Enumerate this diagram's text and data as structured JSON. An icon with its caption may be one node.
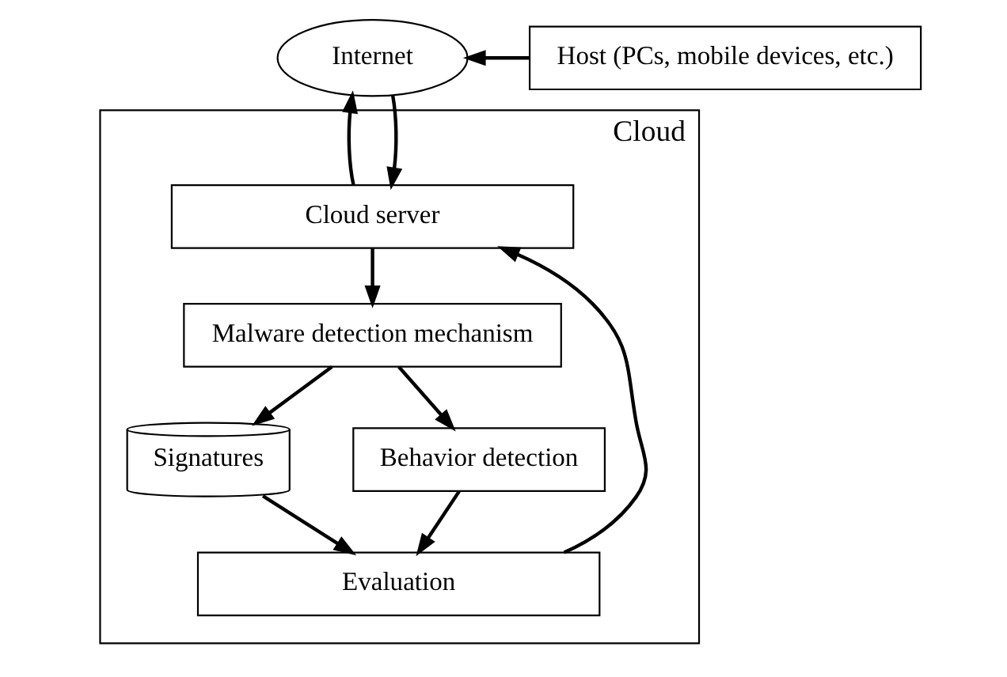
{
  "diagram": {
    "nodes": [
      {
        "text": [
          "Internet"
        ]
      },
      {
        "text": [
          "Host (PCs, mobile devices, etc.)"
        ]
      },
      {
        "text": [
          "Cloud"
        ]
      },
      {
        "text": [
          "Cloud server"
        ],
        "in": 2
      },
      {
        "text": [
          "Malware detection mechanism"
        ],
        "in": 2
      },
      {
        "text": [
          "Signatures"
        ],
        "in": 2
      },
      {
        "text": [
          "Behavior detection"
        ],
        "in": 2
      },
      {
        "text": [
          "Evaluation"
        ],
        "in": 2
      }
    ],
    "edges": [
      {
        "from": 0,
        "to": 3,
        "arrow": "to"
      },
      {
        "from": 3,
        "to": 0,
        "arrow": "to"
      },
      {
        "from": 1,
        "to": 0,
        "arrow": "to"
      },
      {
        "from": 3,
        "to": 4,
        "arrow": "to"
      },
      {
        "from": 4,
        "to": 5,
        "arrow": "to"
      },
      {
        "from": 4,
        "to": 6,
        "arrow": "to"
      },
      {
        "from": 5,
        "to": 7,
        "arrow": "to"
      },
      {
        "from": 6,
        "to": 7,
        "arrow": "to"
      },
      {
        "from": 7,
        "to": 3,
        "arrow": "to"
      }
    ]
  }
}
